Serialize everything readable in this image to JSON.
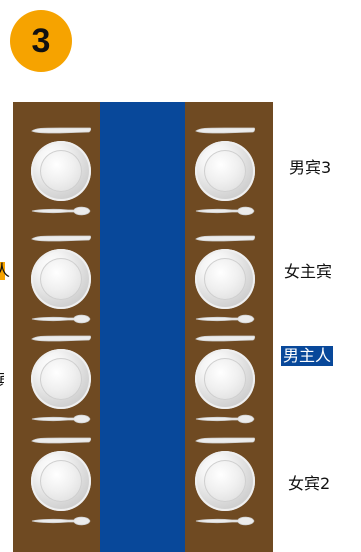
{
  "step_badge": "3",
  "colors": {
    "badge": "#f6a300",
    "table": "#6f4a22",
    "runner": "#08489a",
    "highlight": "#08489a"
  },
  "seat_labels": [
    "男宾3",
    "女主宾",
    "男主人",
    "女宾2"
  ],
  "left_seat_fragments": [
    "人",
    "宾"
  ]
}
